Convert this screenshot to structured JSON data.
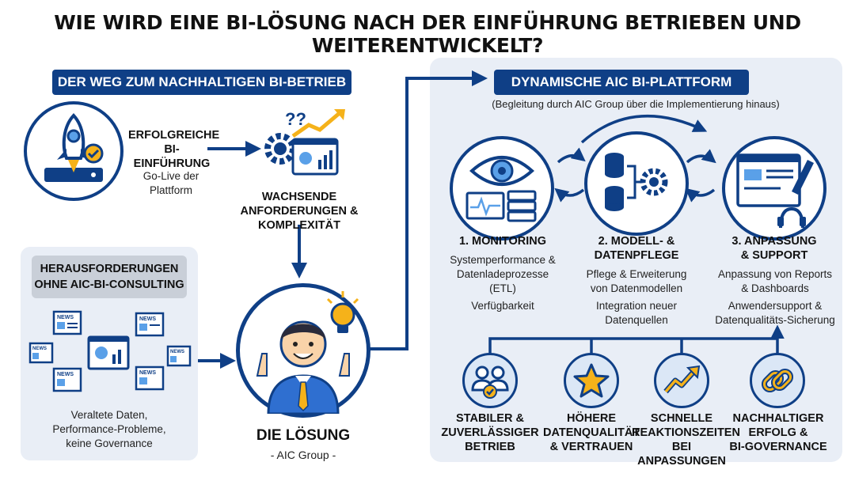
{
  "title": "WIE WIRD EINE BI-LÖSUNG NACH DER EINFÜHRUNG BETRIEBEN UND WEITERENTWICKELT?",
  "left_section": {
    "header": "DER WEG ZUM NACHHALTIGEN BI-BETRIEB",
    "step1_title_l1": "ERFOLGREICHE",
    "step1_title_l2": "BI-EINFÜHRUNG",
    "step1_sub_l1": "Go-Live der",
    "step1_sub_l2": "Plattform",
    "step2_title_l1": "WACHSENDE",
    "step2_title_l2": "ANFORDERUNGEN & KOMPLEXITÄT",
    "challenges_l1": "HERAUSFORDERUNGEN",
    "challenges_l2": "OHNE AIC-BI-CONSULTING",
    "challenges_desc_l1": "Veraltete Daten,",
    "challenges_desc_l2": "Performance-Probleme,",
    "challenges_desc_l3": "keine Governance",
    "news_label": "NEWS",
    "solution_title": "DIE LÖSUNG",
    "solution_sub": "- AIC Group -"
  },
  "right_section": {
    "header": "DYNAMISCHE AIC BI-PLATTFORM",
    "subtitle": "(Begleitung durch AIC Group über die Implementierung hinaus)",
    "pillars": [
      {
        "title_l1": "1. MONITORING",
        "title_l2": "",
        "lines": [
          "Systemperformance &",
          "Datenladeprozesse",
          "(ETL)",
          "Verfügbarkeit"
        ]
      },
      {
        "title_l1": "2. MODELL- &",
        "title_l2": "DATENPFLEGE",
        "lines": [
          "Pflege & Erweiterung",
          "von Datenmodellen",
          "Integration neuer",
          "Datenquellen"
        ]
      },
      {
        "title_l1": "3. ANPASSUNG",
        "title_l2": "& SUPPORT",
        "lines": [
          "Anpassung von Reports",
          "& Dashboards",
          "Anwendersupport &",
          "Datenqualitäts-Sicherung"
        ]
      }
    ],
    "benefits": [
      {
        "l1": "STABILER &",
        "l2": "ZUVERLÄSSIGER",
        "l3": "BETRIEB"
      },
      {
        "l1": "HÖHERE",
        "l2": "DATENQUALITÄT",
        "l3": "& VERTRAUEN"
      },
      {
        "l1": "SCHNELLE",
        "l2": "REAKTIONSZEITEN",
        "l3": "BEI ANPASSUNGEN"
      },
      {
        "l1": "NACHHALTIGER",
        "l2": "ERFOLG &",
        "l3": "BI-GOVERNANCE"
      }
    ]
  },
  "colors": {
    "navy": "#0f3f86",
    "panel": "#e9eef6",
    "gold": "#f5b21a",
    "gray_box": "#c9cfd8"
  }
}
